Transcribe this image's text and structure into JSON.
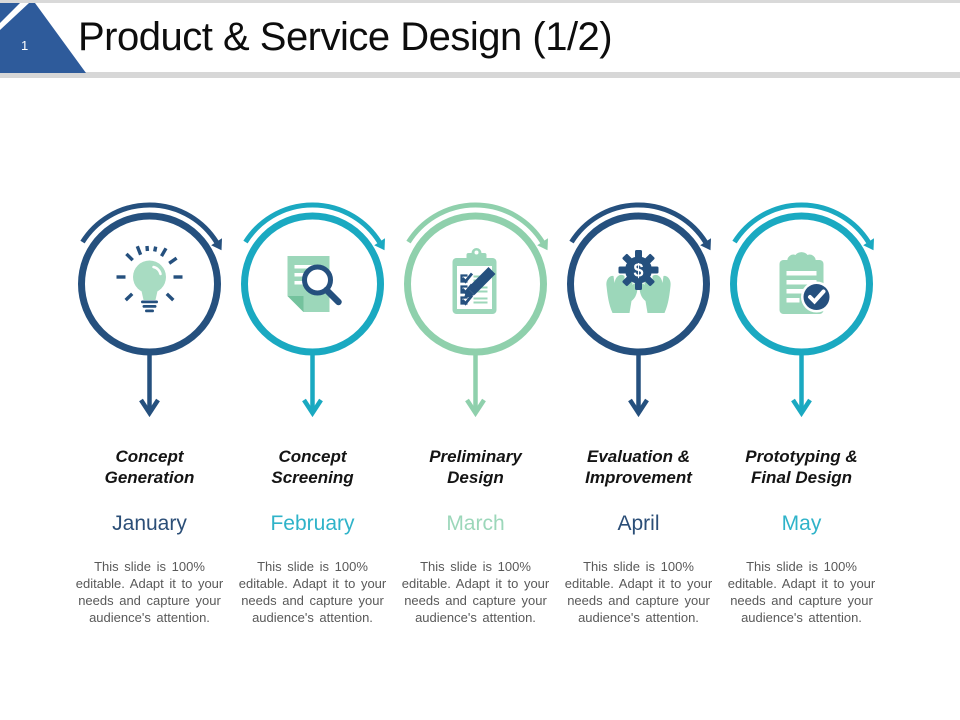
{
  "header": {
    "page_number": "1",
    "title": "Product & Service Design (1/2)"
  },
  "note": {
    "text": "This slide is 100% editable. Adapt it to your needs and capture your audience's attention."
  },
  "palette": {
    "navy": "#25507E",
    "teal": "#1AA9C1",
    "mint": "#8FD0AC",
    "corner_triangle": "#2E5B9B",
    "month_navy": "#2B4E77",
    "month_teal": "#2FB3C9",
    "month_mint": "#9CD7BA",
    "note_gray": "#595959"
  },
  "stages": [
    {
      "name_line1": "Concept",
      "name_line2": "Generation",
      "month": "January",
      "color": "navy",
      "icon": "lightbulb-icon"
    },
    {
      "name_line1": "Concept",
      "name_line2": "Screening",
      "month": "February",
      "color": "teal",
      "icon": "document-search-icon"
    },
    {
      "name_line1": "Preliminary",
      "name_line2": "Design",
      "month": "March",
      "color": "mint",
      "icon": "checklist-pen-icon"
    },
    {
      "name_line1": "Evaluation &",
      "name_line2": "Improvement",
      "month": "April",
      "color": "navy",
      "icon": "hands-gear-dollar-icon",
      "gear_symbol": "$"
    },
    {
      "name_line1": "Prototyping &",
      "name_line2": "Final Design",
      "month": "May",
      "color": "teal",
      "icon": "approved-clipboard-icon"
    }
  ]
}
